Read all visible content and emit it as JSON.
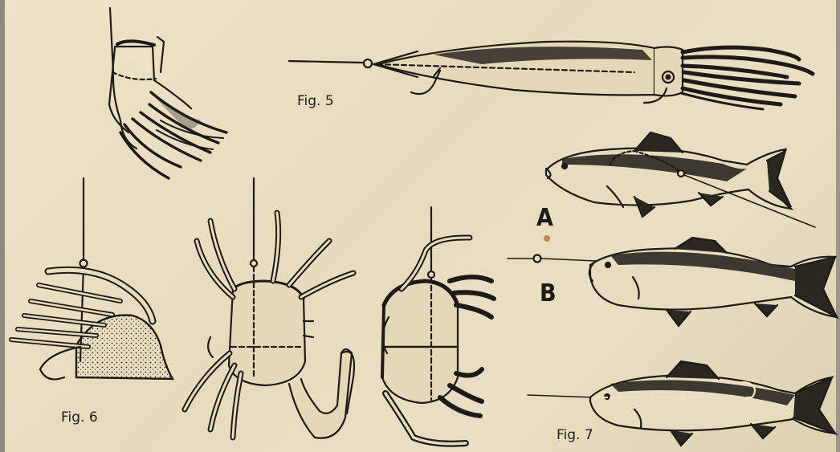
{
  "labels": {
    "fig5": "Fig. 5",
    "fig6": "Fig. 6",
    "fig7": "Fig. 7",
    "a": "A",
    "b": "B"
  },
  "colors": {
    "paper": "#e9dfc2",
    "ink": "#1e1b17",
    "shade": "#3a3530"
  }
}
